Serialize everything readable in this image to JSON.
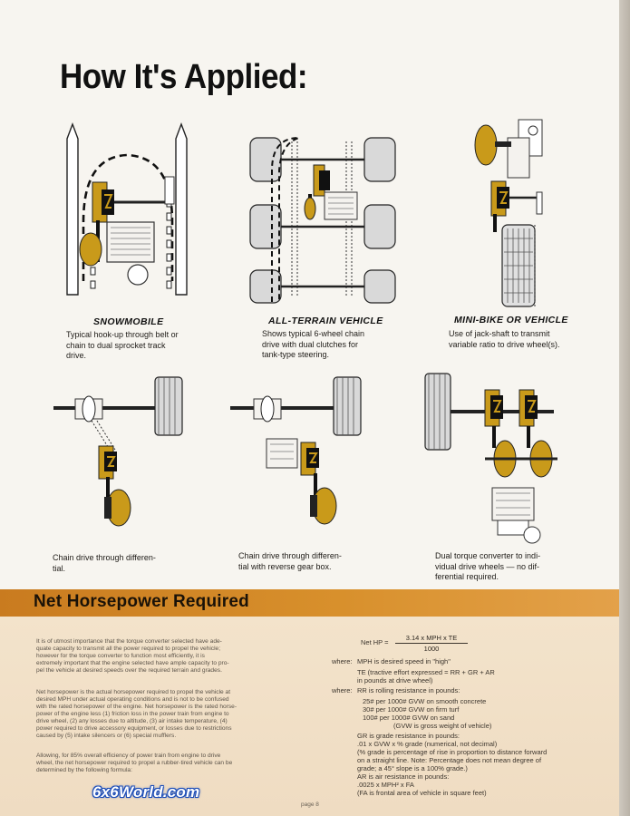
{
  "header": {
    "title": "How It's Applied:"
  },
  "applications": [
    {
      "title": "SNOWMOBILE",
      "text_lines": [
        "Typical hook-up through belt or",
        "chain to dual sprocket track",
        "drive."
      ]
    },
    {
      "title": "ALL-TERRAIN VEHICLE",
      "text_lines": [
        "Shows typical 6-wheel chain",
        "drive with dual clutches for",
        "tank-type steering."
      ]
    },
    {
      "title": "MINI-BIKE OR VEHICLE",
      "text_lines": [
        "Use of jack-shaft to transmit",
        "variable ratio to drive wheel(s)."
      ]
    }
  ],
  "drives": [
    {
      "text_lines": [
        "Chain drive through differen-",
        "tial."
      ]
    },
    {
      "text_lines": [
        "Chain drive through differen-",
        "tial with reverse gear box."
      ]
    },
    {
      "text_lines": [
        "Dual torque converter to indi-",
        "vidual drive wheels —  no dif-",
        "ferential required."
      ]
    }
  ],
  "section": {
    "title": "Net Horsepower Required",
    "para1": [
      "It is of utmost importance that the torque converter selected have ade-",
      "quate capacity to transmit all the power required to propel the vehicle;",
      "however for the torque converter to function most efficiently, it is",
      "extremely important that the engine selected have ample capacity to pro-",
      "pel the vehicle at desired speeds over the required terrain and grades."
    ],
    "para2": [
      "Net horsepower is the actual horsepower required to propel the vehicle at",
      "desired MPH under actual operating conditions and is not to be confused",
      "with the rated horsepower of the engine. Net horsepower is the rated horse-",
      "power of the engine less (1) friction loss in the power train from engine to",
      "drive wheel, (2) any losses due to altitude, (3) air intake temperature, (4)",
      "power required to drive accessory equipment, or losses due to restrictions",
      "caused by (5) intake silencers or (6) special mufflers."
    ],
    "para3": [
      "Allowing, for 85% overall efficiency of power train from engine to drive",
      "wheel, the net horsepower required to propel a rubber-tired vehicle can be",
      "determined by the following formula:"
    ],
    "formula_label": "Net HP =",
    "formula_numerator": "3.14 x MPH x TE",
    "formula_denominator": "1000",
    "where1_label": "where:",
    "where1_lines": [
      "MPH is desired speed in \"high\"",
      "TE (tractive effort expressed = RR + GR + AR",
      "in pounds at drive wheel)"
    ],
    "where2_label": "where:",
    "where2_lines": [
      "RR is rolling resistance in pounds:",
      "25# per 1000# GVW on smooth concrete",
      "30# per 1000# GVW on firm turf",
      "100# per 1000# GVW on sand",
      "(GVW is gross weight of vehicle)"
    ],
    "gr_lines": [
      "GR is grade resistance in pounds:",
      ".01 x GVW x % grade (numerical, not decimal)",
      "(% grade is percentage of rise in proportion to distance forward",
      "on a straight line. Note: Percentage does not mean degree of",
      "grade; a 45° slope is a 100% grade.)"
    ],
    "ar_lines": [
      "AR is air resistance in pounds:",
      ".0025 x MPH² x FA",
      "(FA is frontal area of vehicle in square feet)"
    ]
  },
  "footer": {
    "page": "page 8",
    "watermark": "6x6World.com"
  },
  "colors": {
    "accent": "#d38a28",
    "clutch": "#c99a1a",
    "ink": "#1e1b17"
  }
}
